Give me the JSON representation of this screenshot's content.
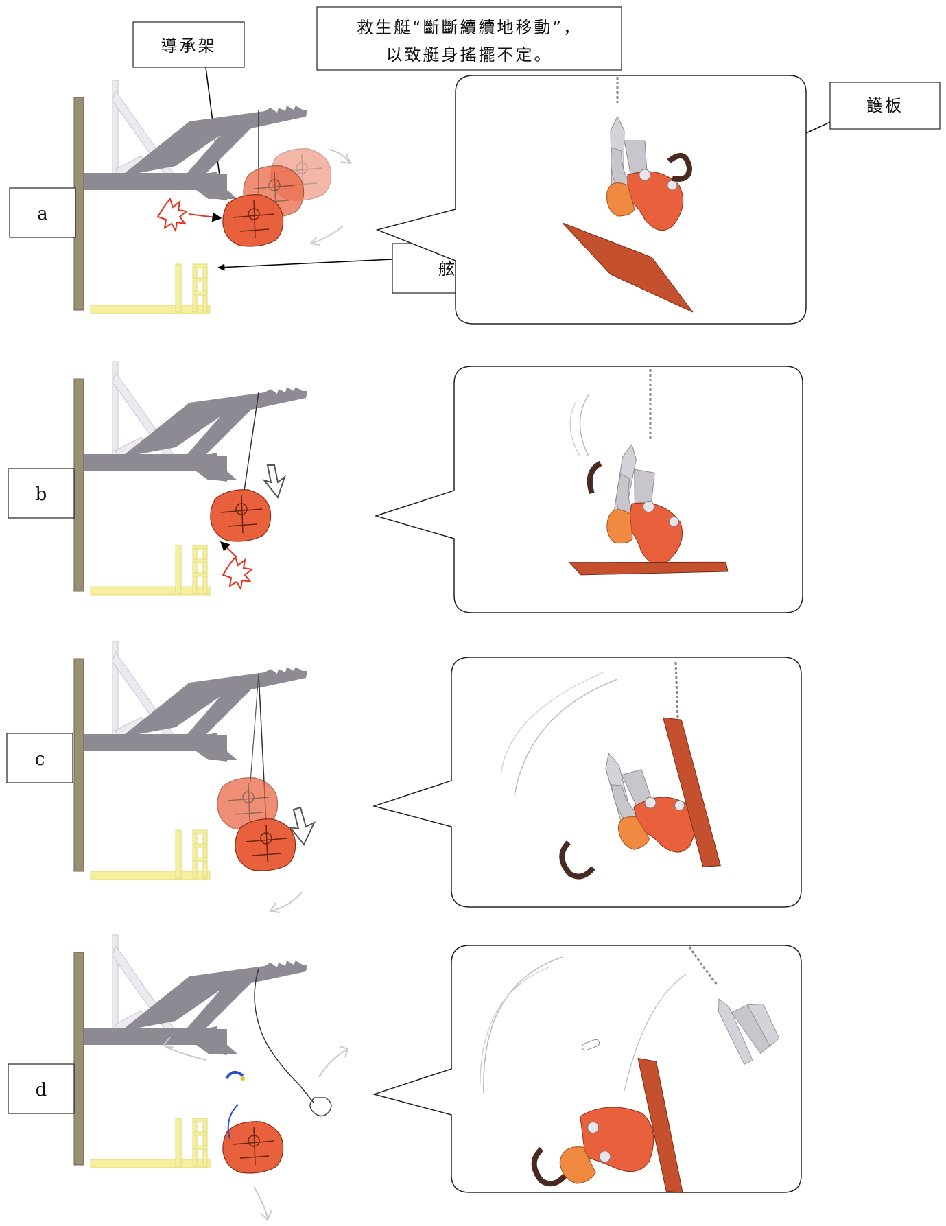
{
  "callouts": {
    "top_note_line1": "救生艇“斷斷續續地移動”，",
    "top_note_line2": "以致艇身搖擺不定。",
    "guide_bracket": "導承架",
    "guard_plate": "護板",
    "gangway_ladder": "舷梯"
  },
  "panels": [
    {
      "label": "a"
    },
    {
      "label": "b"
    },
    {
      "label": "c"
    },
    {
      "label": "d"
    }
  ],
  "colors": {
    "wall": "#9a8f73",
    "davit": "#8e8a93",
    "davit_light": "#e9e6ee",
    "ladder": "#f5f0a0",
    "boat": "#e8603c",
    "boat_ghost": "#f0a070",
    "hook_metal": "#c9c5cc",
    "plate": "#c4502e",
    "impact": "#e53020"
  }
}
